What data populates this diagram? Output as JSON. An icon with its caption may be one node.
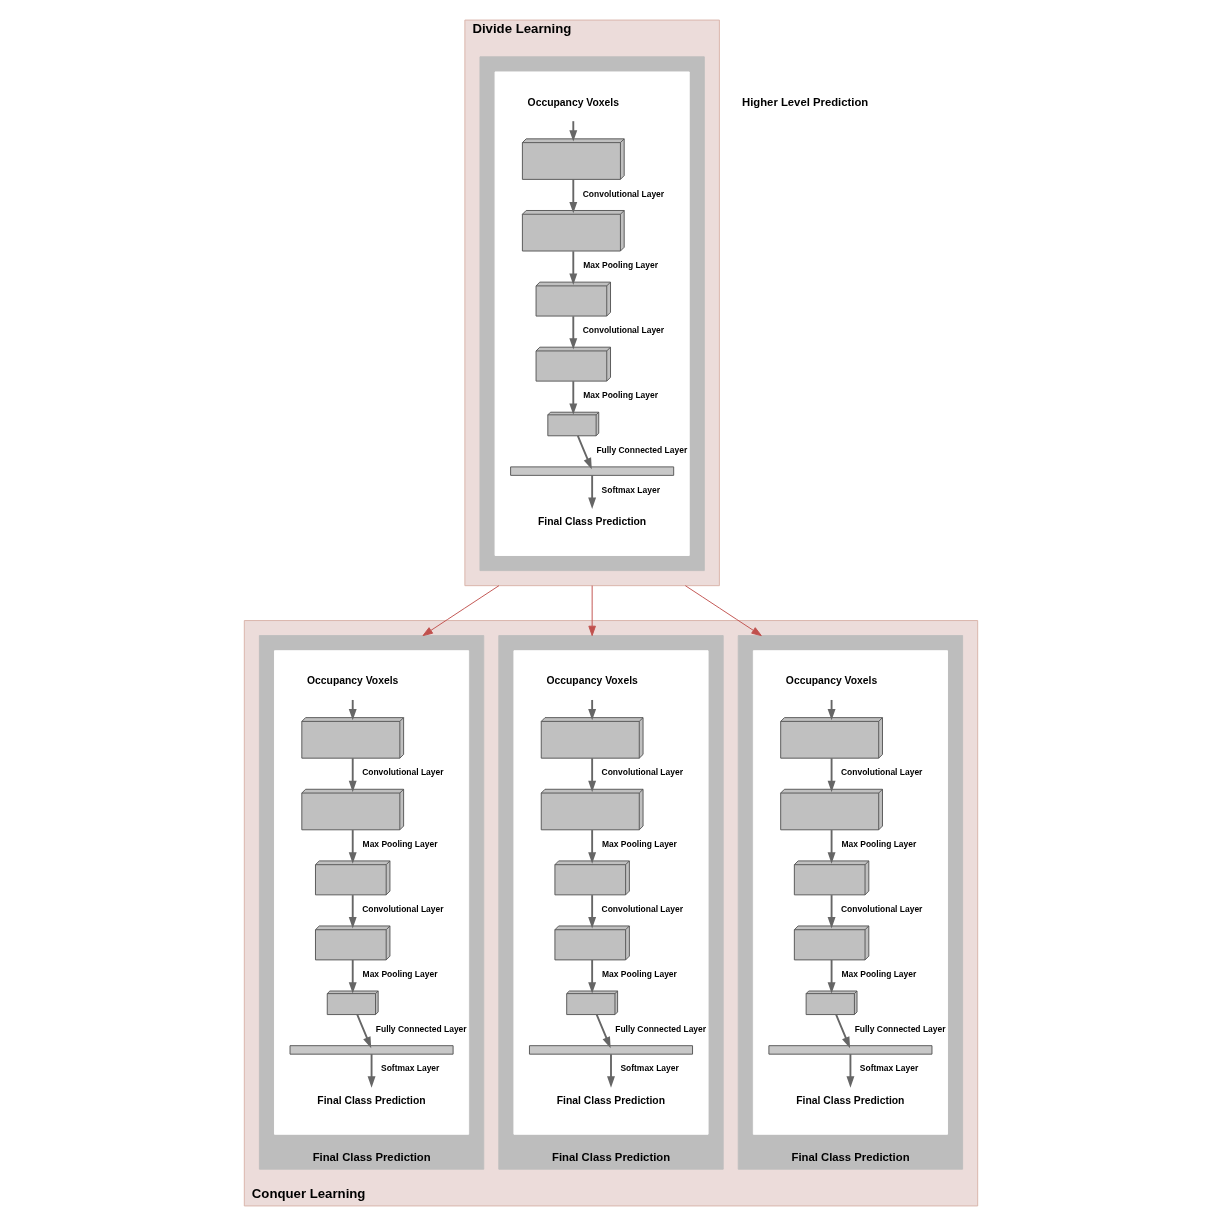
{
  "diagram": {
    "nodes": [
      {
        "text": [
          "Divide Learning"
        ]
      },
      {
        "text": [],
        "shape": "box",
        "in": 0
      },
      {
        "text": [],
        "shape": "box",
        "in": 1
      },
      {
        "text": [
          "Occupancy Voxels"
        ],
        "in": 2
      },
      {
        "text": [],
        "shape": "box",
        "in": 2
      },
      {
        "text": [],
        "shape": "box",
        "in": 2
      },
      {
        "text": [],
        "shape": "box",
        "in": 2
      },
      {
        "text": [],
        "shape": "box",
        "in": 2
      },
      {
        "text": [],
        "shape": "box",
        "in": 2
      },
      {
        "text": [],
        "shape": "bar",
        "in": 2
      },
      {
        "text": [
          "Final Class Prediction"
        ],
        "in": 2
      },
      {
        "text": [
          "Conquer Learning"
        ]
      },
      {
        "text": [
          "Final Class Prediction"
        ],
        "in": 11
      },
      {
        "text": [],
        "shape": "box",
        "in": 12
      },
      {
        "text": [
          "Occupancy Voxels"
        ],
        "in": 13
      },
      {
        "text": [],
        "shape": "box",
        "in": 13
      },
      {
        "text": [],
        "shape": "box",
        "in": 13
      },
      {
        "text": [],
        "shape": "box",
        "in": 13
      },
      {
        "text": [],
        "shape": "box",
        "in": 13
      },
      {
        "text": [],
        "shape": "box",
        "in": 13
      },
      {
        "text": [],
        "shape": "bar",
        "in": 13
      },
      {
        "text": [
          "Final Class Prediction"
        ],
        "in": 13
      },
      {
        "text": [
          "Final Class Prediction"
        ],
        "in": 11
      },
      {
        "text": [],
        "shape": "box",
        "in": 22
      },
      {
        "text": [
          "Occupancy Voxels"
        ],
        "in": 23
      },
      {
        "text": [],
        "shape": "box",
        "in": 23
      },
      {
        "text": [],
        "shape": "box",
        "in": 23
      },
      {
        "text": [],
        "shape": "box",
        "in": 23
      },
      {
        "text": [],
        "shape": "box",
        "in": 23
      },
      {
        "text": [],
        "shape": "box",
        "in": 23
      },
      {
        "text": [],
        "shape": "bar",
        "in": 23
      },
      {
        "text": [
          "Final Class Prediction"
        ],
        "in": 23
      },
      {
        "text": [
          "Final Class Prediction"
        ],
        "in": 11
      },
      {
        "text": [],
        "shape": "box",
        "in": 32
      },
      {
        "text": [
          "Occupancy Voxels"
        ],
        "in": 33
      },
      {
        "text": [],
        "shape": "box",
        "in": 33
      },
      {
        "text": [],
        "shape": "box",
        "in": 33
      },
      {
        "text": [],
        "shape": "box",
        "in": 33
      },
      {
        "text": [],
        "shape": "box",
        "in": 33
      },
      {
        "text": [],
        "shape": "box",
        "in": 33
      },
      {
        "text": [],
        "shape": "bar",
        "in": 33
      },
      {
        "text": [
          "Final Class Prediction"
        ],
        "in": 33
      }
    ],
    "edges": [
      {
        "from": 3,
        "to": 4,
        "arrow": "to"
      },
      {
        "from": 4,
        "to": 5,
        "arrow": "to",
        "label": "Convolutional Layer"
      },
      {
        "from": 5,
        "to": 6,
        "arrow": "to",
        "label": "Max Pooling Layer"
      },
      {
        "from": 6,
        "to": 7,
        "arrow": "to",
        "label": "Convolutional Layer"
      },
      {
        "from": 7,
        "to": 8,
        "arrow": "to",
        "label": "Max Pooling Layer"
      },
      {
        "from": 8,
        "to": 9,
        "arrow": "to",
        "label": "Fully Connected Layer"
      },
      {
        "from": 9,
        "to": 10,
        "arrow": "to",
        "label": "Softmax Layer"
      },
      {
        "from": 0,
        "to": 12,
        "arrow": "to",
        "color": "#c0504d"
      },
      {
        "from": 0,
        "to": 22,
        "arrow": "to",
        "color": "#c0504d"
      },
      {
        "from": 0,
        "to": 32,
        "arrow": "to",
        "color": "#c0504d"
      },
      {
        "from": 14,
        "to": 15,
        "arrow": "to"
      },
      {
        "from": 15,
        "to": 16,
        "arrow": "to",
        "label": "Convolutional Layer"
      },
      {
        "from": 16,
        "to": 17,
        "arrow": "to",
        "label": "Max Pooling Layer"
      },
      {
        "from": 17,
        "to": 18,
        "arrow": "to",
        "label": "Convolutional Layer"
      },
      {
        "from": 18,
        "to": 19,
        "arrow": "to",
        "label": "Max Pooling Layer"
      },
      {
        "from": 19,
        "to": 20,
        "arrow": "to",
        "label": "Fully Connected Layer"
      },
      {
        "from": 20,
        "to": 21,
        "arrow": "to",
        "label": "Softmax Layer"
      },
      {
        "from": 24,
        "to": 25,
        "arrow": "to"
      },
      {
        "from": 25,
        "to": 26,
        "arrow": "to",
        "label": "Convolutional Layer"
      },
      {
        "from": 26,
        "to": 27,
        "arrow": "to",
        "label": "Max Pooling Layer"
      },
      {
        "from": 27,
        "to": 28,
        "arrow": "to",
        "label": "Convolutional Layer"
      },
      {
        "from": 28,
        "to": 29,
        "arrow": "to",
        "label": "Max Pooling Layer"
      },
      {
        "from": 29,
        "to": 30,
        "arrow": "to",
        "label": "Fully Connected Layer"
      },
      {
        "from": 30,
        "to": 31,
        "arrow": "to",
        "label": "Softmax Layer"
      },
      {
        "from": 34,
        "to": 35,
        "arrow": "to"
      },
      {
        "from": 35,
        "to": 36,
        "arrow": "to",
        "label": "Convolutional Layer"
      },
      {
        "from": 36,
        "to": 37,
        "arrow": "to",
        "label": "Max Pooling Layer"
      },
      {
        "from": 37,
        "to": 38,
        "arrow": "to",
        "label": "Convolutional Layer"
      },
      {
        "from": 38,
        "to": 39,
        "arrow": "to",
        "label": "Max Pooling Layer"
      },
      {
        "from": 39,
        "to": 40,
        "arrow": "to",
        "label": "Fully Connected Layer"
      },
      {
        "from": 40,
        "to": 41,
        "arrow": "to",
        "label": "Softmax Layer"
      }
    ],
    "labels": [
      "Higher Level Prediction"
    ]
  }
}
